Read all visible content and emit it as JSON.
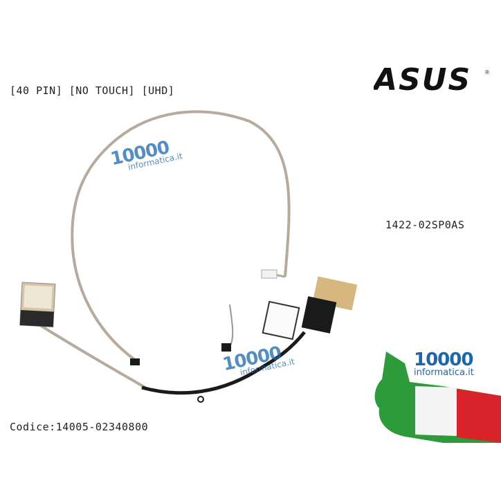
{
  "spec_label": "[40 PIN] [NO TOUCH] [UHD]",
  "part_number": "1422-02SP0AS",
  "product_code": "Codice:14005-02340800",
  "brand": "ASUS",
  "watermark": {
    "number": "10000",
    "site": "informatica.it"
  },
  "colors": {
    "cable": "#b5aa9c",
    "connector": "#1a1a1a",
    "tape": "#d7b780",
    "watermark": "#1a67b0",
    "flag_green": "#2e9b3a",
    "flag_red": "#d8232a"
  }
}
